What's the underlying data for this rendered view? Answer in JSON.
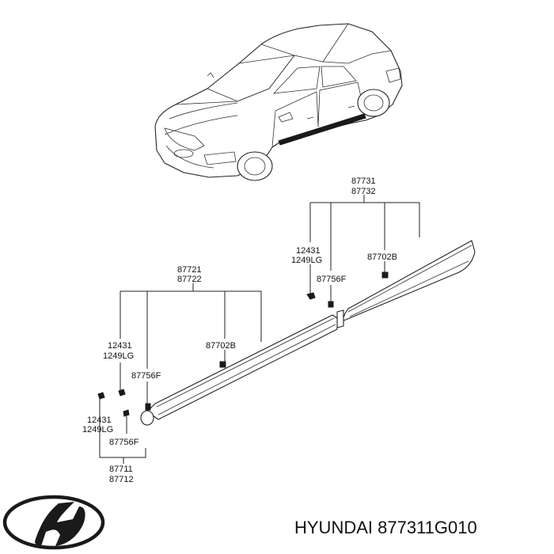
{
  "colors": {
    "line": "#222222",
    "text": "#111111",
    "background": "#ffffff"
  },
  "caption": {
    "brand": "HYUNDAI",
    "part_number": "877311G010"
  },
  "logo": {
    "name": "hyundai-logo-icon"
  },
  "callouts": {
    "front_moulding": {
      "line1": "87721",
      "line2": "87722"
    },
    "rear_moulding": {
      "line1": "87731",
      "line2": "87732"
    },
    "front_screw": {
      "line1": "12431",
      "line2": "1249LG"
    },
    "rear_screw": {
      "line1": "12431",
      "line2": "1249LG"
    },
    "front_clip": "87756F",
    "rear_clip": "87756F",
    "front_tape": "87702B",
    "rear_tape": "87702B",
    "end_screw": {
      "line1": "12431",
      "line2": "1249LG"
    },
    "end_clip": "87756F",
    "end_piece": {
      "line1": "87711",
      "line2": "87712"
    }
  }
}
